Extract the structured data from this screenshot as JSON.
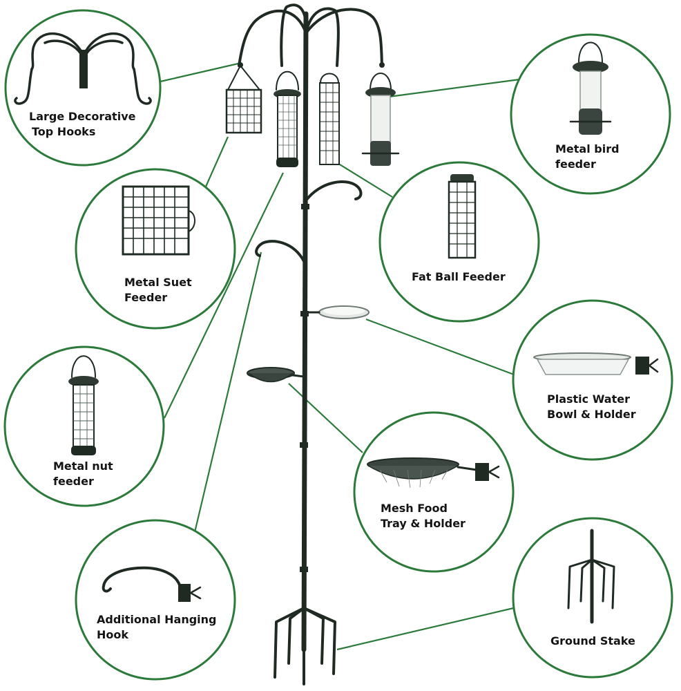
{
  "callouts": {
    "top_hooks": {
      "line1": "Large Decorative",
      "line2": "Top Hooks"
    },
    "metal_bird_feeder": {
      "line1": "Metal bird",
      "line2": "feeder"
    },
    "metal_suet_feeder": {
      "line1": "Metal Suet",
      "line2": "Feeder"
    },
    "fat_ball_feeder": {
      "line1": "Fat Ball Feeder"
    },
    "metal_nut_feeder": {
      "line1": "Metal nut",
      "line2": "feeder"
    },
    "plastic_water_bowl": {
      "line1": "Plastic Water",
      "line2": "Bowl & Holder"
    },
    "mesh_food_tray": {
      "line1": "Mesh Food",
      "line2": "Tray & Holder"
    },
    "additional_hanging_hook": {
      "line1": "Additional Hanging",
      "line2": "Hook"
    },
    "ground_stake": {
      "line1": "Ground Stake"
    }
  },
  "colors": {
    "callout_ring": "#2b7a3a",
    "metal": "#1e2a22",
    "label_text": "#141414"
  }
}
